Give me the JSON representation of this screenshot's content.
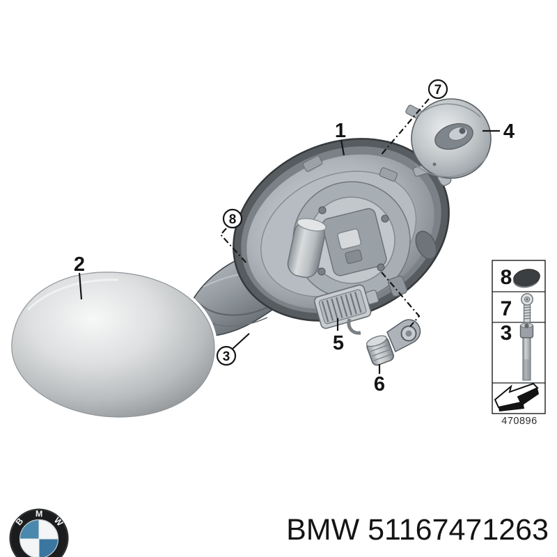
{
  "colors": {
    "background": "#ffffff",
    "line": "#161616",
    "logo_blue": "#4180a9",
    "logo_black": "#1a1c1e"
  },
  "diagram": {
    "callouts": {
      "c1": "1",
      "c2": "2",
      "c3": "3",
      "c4": "4",
      "c5": "5",
      "c6": "6",
      "c7": "7",
      "c8": "8"
    },
    "legend": {
      "rows": [
        {
          "num": "8",
          "icon": "cap-plug-icon"
        },
        {
          "num": "7",
          "icon": "screw-icon"
        },
        {
          "num": "3",
          "icon": "bolt-icon"
        }
      ],
      "arrow_icon": "direction-arrow-icon",
      "code": "470896"
    }
  },
  "footer": {
    "logo": {
      "b": "B",
      "m": "M",
      "w": "W"
    },
    "title": "BMW 51167471263"
  }
}
